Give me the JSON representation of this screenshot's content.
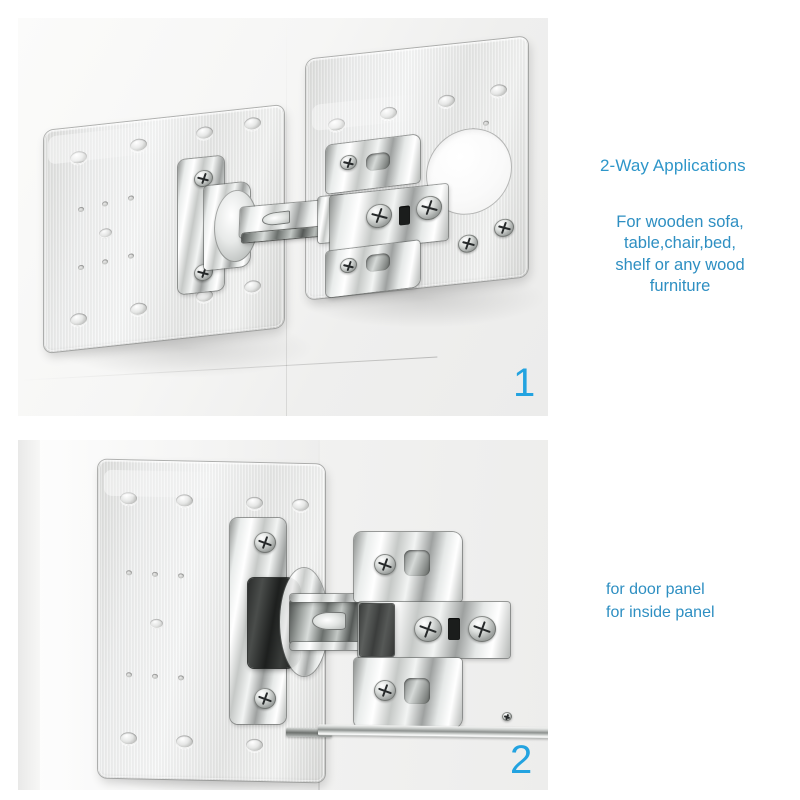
{
  "page": {
    "type": "product-infographic",
    "subject": "cabinet hinge repair plate",
    "background_color": "#ffffff",
    "accent_color": "#2E90C5",
    "number_color": "#23A3E0"
  },
  "panels": [
    {
      "id": "panel-1",
      "step_number": "1",
      "caption_heading": "2-Way Applications",
      "caption_body": "For wooden sofa,\ntable,chair,bed,\nshelf or any wood\nfurniture",
      "scene": "Two brushed stainless steel hinge repair plates mounted on a white panel, joined by a chrome concealed cabinet hinge shown in the open position",
      "parts": [
        "repair-plate-left",
        "repair-plate-right",
        "concealed-hinge-cup",
        "hinge-arm",
        "mounting-plate",
        "phillips-screws"
      ]
    },
    {
      "id": "panel-2",
      "step_number": "2",
      "caption_body_line1": "for door panel",
      "caption_body_line2": "for inside panel",
      "scene": "A single brushed stainless steel repair plate fixed to a white cabinet door at an inside corner, with a soft-close concealed hinge and a screwdriver resting below",
      "parts": [
        "repair-plate",
        "concealed-hinge-cup-black",
        "hinge-arm",
        "mounting-plate",
        "phillips-screws",
        "screwdriver"
      ]
    }
  ],
  "text": {
    "heading_1": "2-Way Applications",
    "body_1_line1": "For wooden sofa,",
    "body_1_line2": "table,chair,bed,",
    "body_1_line3": "shelf or any wood",
    "body_1_line4": "furniture",
    "body_2_line1": "for door panel",
    "body_2_line2": "for inside panel"
  },
  "numbers": {
    "panel1": "1",
    "panel2": "2"
  }
}
